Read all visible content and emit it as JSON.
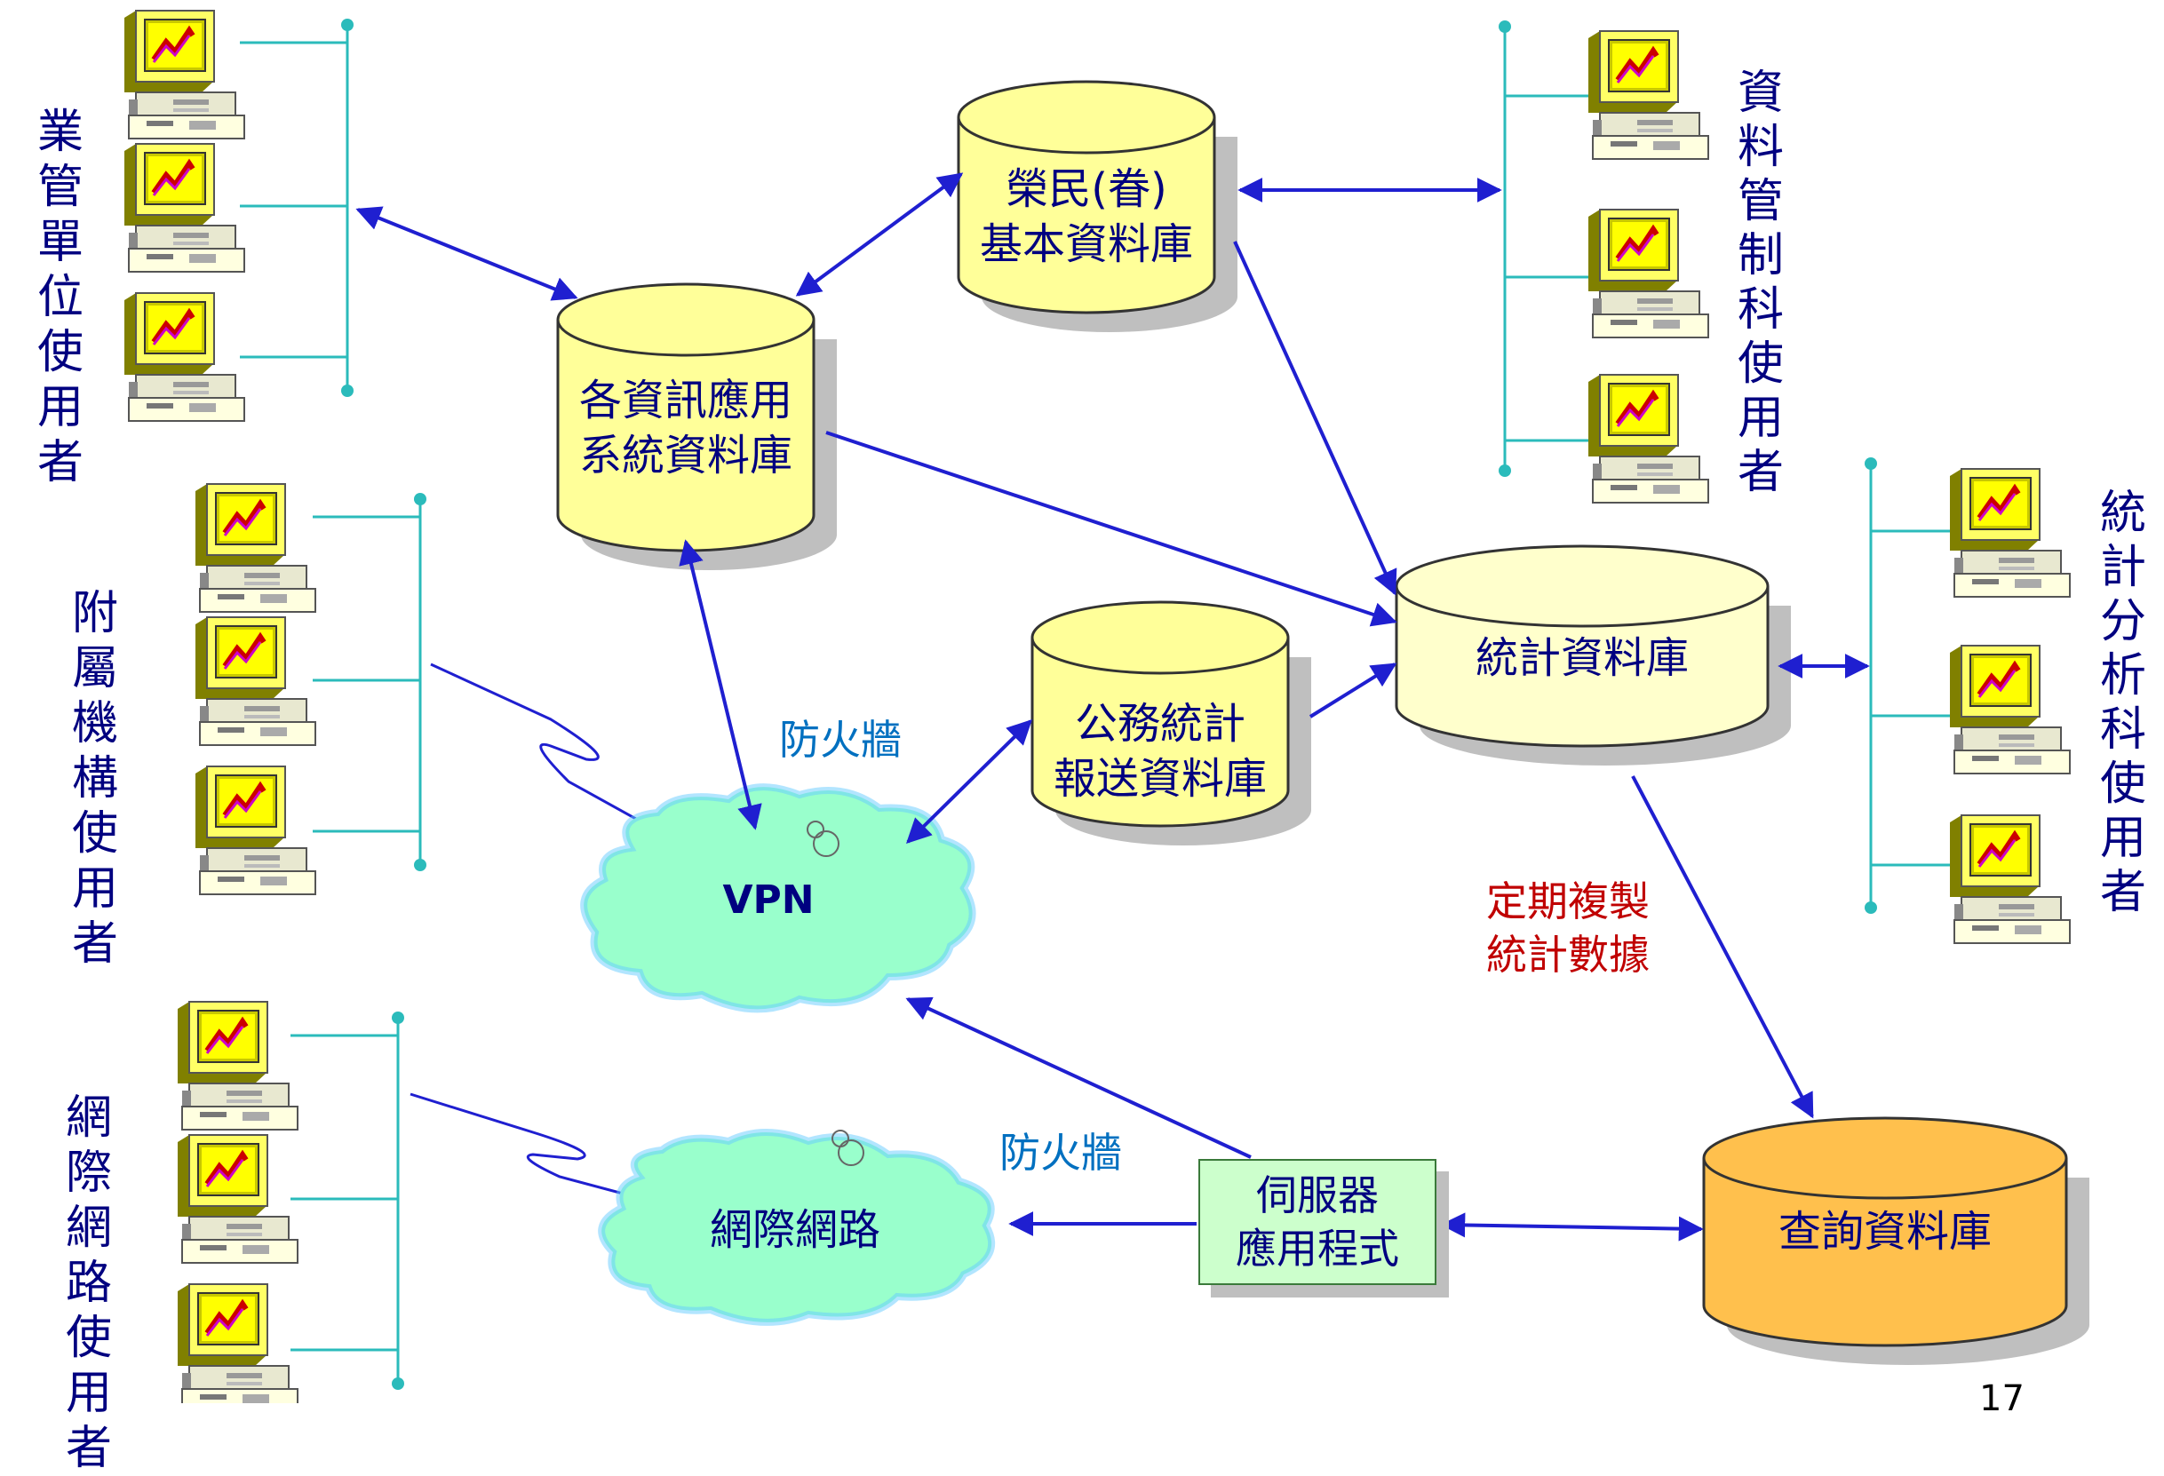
{
  "groups": {
    "ops_users": "業管\n單位\n使用\n者",
    "affiliate_users": "附屬\n機構\n使用\n者",
    "internet_users": "網際\n網路\n使用\n者",
    "data_control_users": "資\n料\n管\n制\n科\n使\n用\n者",
    "stats_users": "統\n計\n分\n析\n科\n使\n用\n者"
  },
  "databases": {
    "app_db": [
      "各資訊應用",
      "系統資料庫"
    ],
    "veterans_db": [
      "榮民(眷)",
      "基本資料庫"
    ],
    "official_stats_db": [
      "公務統計",
      "報送資料庫"
    ],
    "stats_db": "統計資料庫",
    "query_db": "查詢資料庫"
  },
  "server": [
    "伺服器",
    "應用程式"
  ],
  "clouds": {
    "vpn": "VPN",
    "internet": "網際網路"
  },
  "firewall_label": "防火牆",
  "replication_label": [
    "定期複製",
    "統計數據"
  ],
  "page_number": "17",
  "icons": [
    "computer-icon",
    "database-icon",
    "cloud-icon"
  ],
  "colors": {
    "arrow": "#1f1fd0",
    "bus": "#2bbbbb",
    "db_yellow": "#ffff99",
    "db_light": "#ffffcc",
    "db_orange": "#ffc04d",
    "cloud": "#99ffcc",
    "label": "#000080",
    "firewall": "#0070c0",
    "replication": "#c00000"
  }
}
